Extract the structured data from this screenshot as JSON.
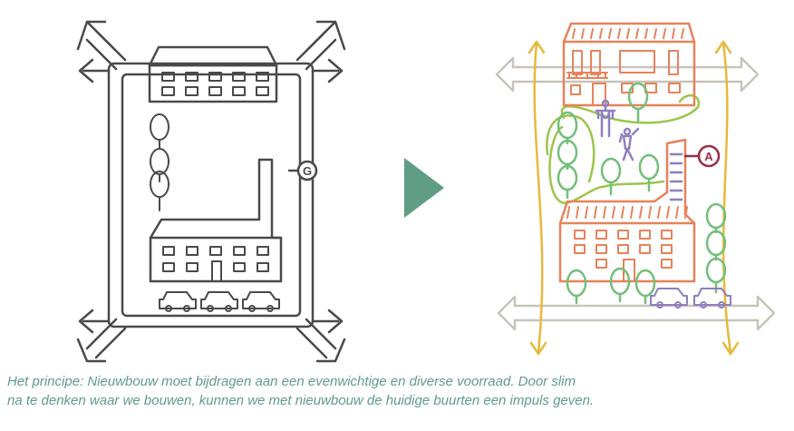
{
  "diagram": {
    "left_badge": "G",
    "right_badge": "A",
    "colors": {
      "line_dark": "#4a4a4a",
      "arrow_light": "#c8c4bc",
      "building": "#e8825a",
      "tree": "#74bf7a",
      "path_yellow": "#e7b93c",
      "people": "#8f7fbf",
      "green_path": "#9cc54a",
      "badge_red": "#9b2d44",
      "play_arrow": "#5f9d84"
    }
  },
  "caption": {
    "line1": "Het principe: Nieuwbouw moet bijdragen aan een evenwichtige en diverse voorraad. Door slim",
    "line2": "na te denken waar we bouwen, kunnen we met nieuwbouw de huidige buurten een impuls geven."
  }
}
